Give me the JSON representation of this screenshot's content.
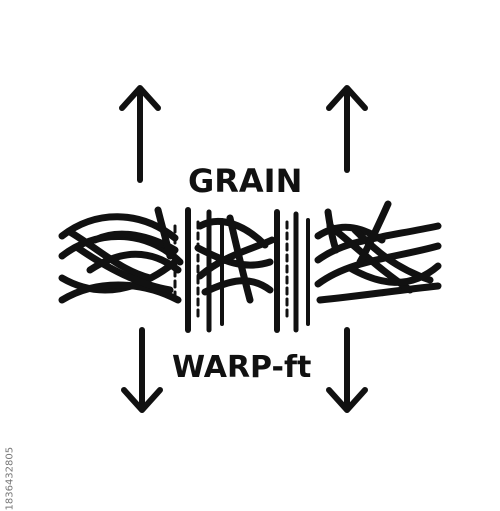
{
  "labels": {
    "top": "GRAIN",
    "bottom": "WARP-ft"
  },
  "side_id": "1836432805",
  "colors": {
    "ink": "#111111",
    "background": "#ffffff"
  },
  "icons": [
    "arrow-up-icon",
    "arrow-up-icon",
    "arrow-down-icon",
    "arrow-down-icon",
    "woven-fibers-icon"
  ]
}
